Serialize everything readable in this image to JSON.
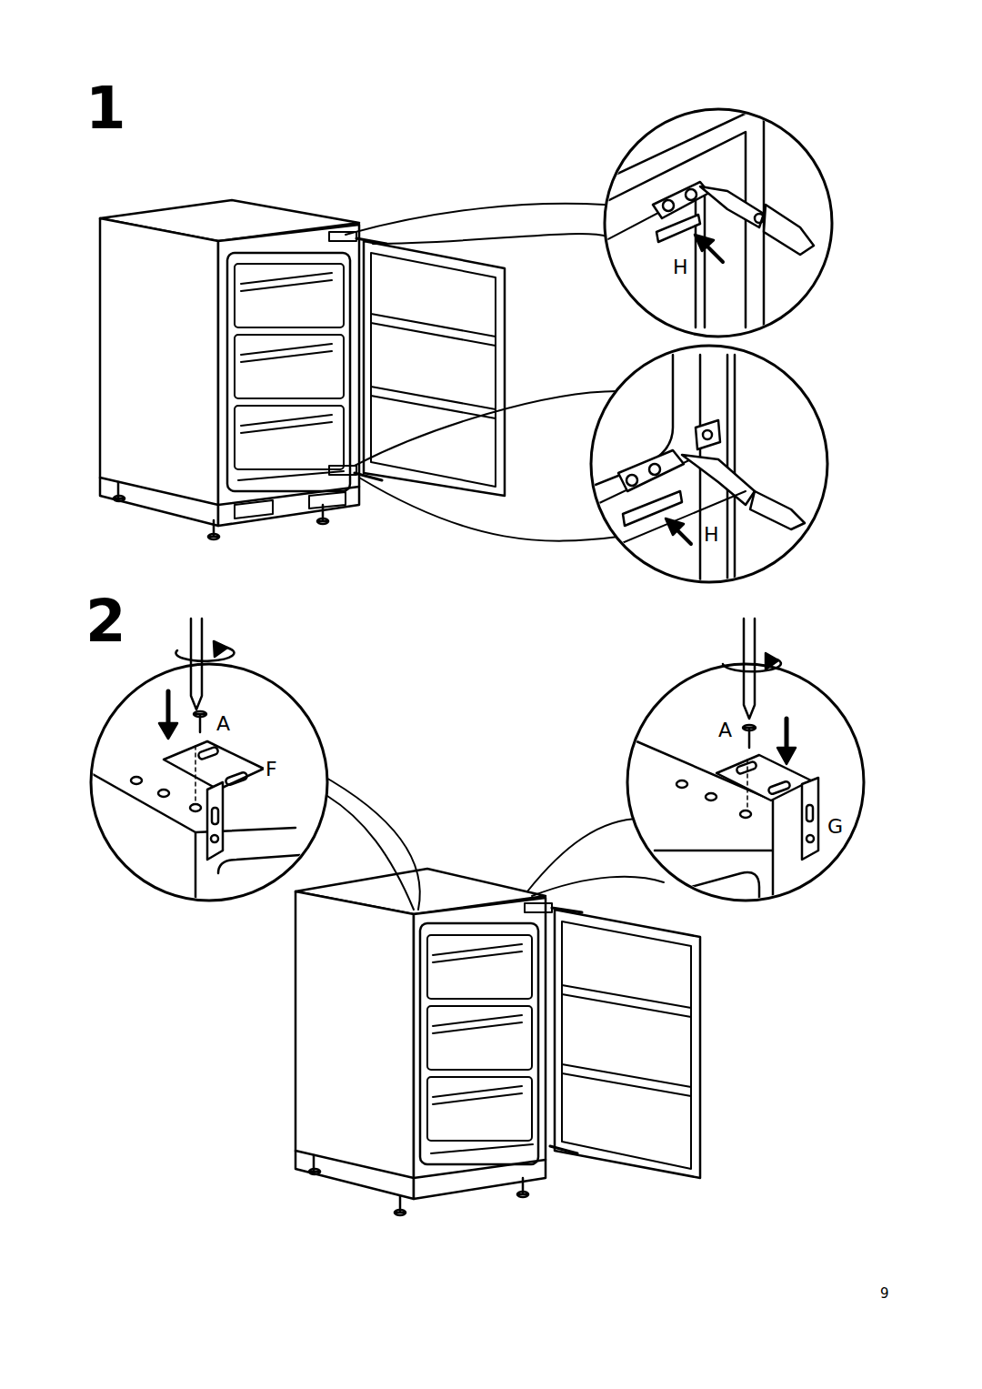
{
  "diagram": {
    "labels": [
      "1",
      "H",
      "H",
      "2",
      "A",
      "F",
      "A",
      "G",
      "9"
    ]
  }
}
